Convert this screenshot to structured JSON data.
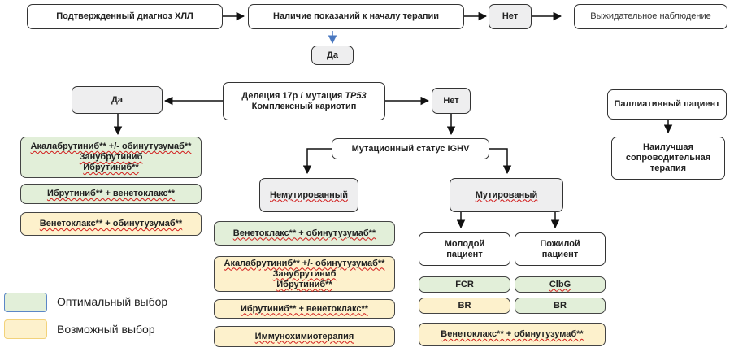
{
  "top": {
    "diagnosis": "Подтвержденный диагноз ХЛЛ",
    "indications": "Наличие показаний к началу терапии",
    "no": "Нет",
    "watchful_waiting": "Выжидательное наблюдение",
    "yes": "Да"
  },
  "deletion_box": {
    "line1_prefix": "Делеция 17р / мутация ",
    "line1_gene": "ТР53",
    "line2": "Комплексный кариотип"
  },
  "left_branch": {
    "yes": "Да",
    "green_box_1": [
      "Акалабрутиниб** +/- обинутузумаб**",
      "Занубрутиниб",
      "Ибрутиниб**"
    ],
    "green_box_2": "Ибрутиниб** + венетоклакс**",
    "yellow_box": "Венетоклакс** + обинутузумаб**"
  },
  "right_branch": {
    "no": "Нет",
    "ighv_status": "Мутационный статус IGHV",
    "unmutated": "Немутированный",
    "mutated": "Мутированый",
    "unmutated_green": "Венетоклакс** + обинутузумаб**",
    "unmutated_yellow_1": [
      "Акалабрутиниб** +/- обинутузумаб**",
      "Занубрутиниб",
      "Ибрутиниб**"
    ],
    "unmutated_yellow_2": "Ибрутиниб** + венетоклакс**",
    "unmutated_yellow_3": "Иммунохимиотерапия",
    "young": [
      "Молодой",
      "пациент"
    ],
    "elderly": [
      "Пожилой",
      "пациент"
    ],
    "young_green": "FCR",
    "young_yellow": "BR",
    "elderly_green": "ClbG",
    "elderly_yellow": "BR",
    "mutated_yellow": "Венетоклакс** + обинутузумаб**"
  },
  "palliative": {
    "patient": "Паллиативный пациент",
    "care": [
      "Наилучшая",
      "сопроводительная",
      "терапия"
    ]
  },
  "legend": {
    "optimal": "Оптимальный выбор",
    "possible": "Возможный выбор",
    "optimal_color": "#e2efd9",
    "possible_color": "#fdf1cc"
  }
}
